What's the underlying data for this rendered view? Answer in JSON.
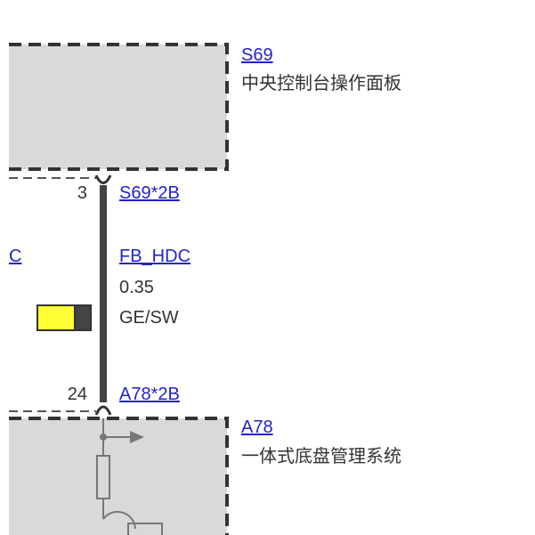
{
  "components": {
    "top": {
      "id": "S69",
      "name": "中央控制台操作面板"
    },
    "bottom": {
      "id": "A78",
      "name": "一体式底盘管理系统"
    }
  },
  "connectors": {
    "top": {
      "pin": "3",
      "code": "S69*2B"
    },
    "bottom": {
      "pin": "24",
      "code": "A78*2B"
    }
  },
  "wire": {
    "signal": "FB_HDC",
    "gauge": "0.35",
    "color_code": "GE/SW",
    "color_primary": "#ffff33",
    "color_secondary": "#444444"
  },
  "left_reference": "C"
}
